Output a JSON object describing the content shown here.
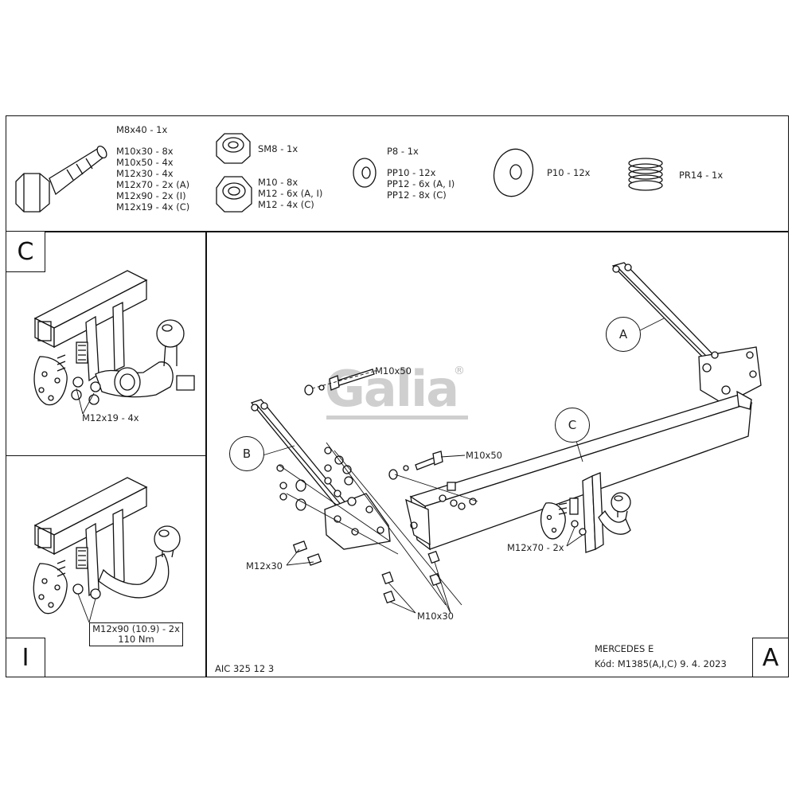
{
  "hardware": {
    "bolt": [
      "M8x40 - 1x",
      "M10x30 - 8x",
      "M10x50 - 4x",
      "M12x30 - 4x",
      "M12x70 - 2x (A)",
      "M12x90 - 2x (I)",
      "M12x19 - 4x (C)"
    ],
    "self_lock_nut": "SM8 - 1x",
    "nuts": [
      "M10 - 8x",
      "M12 - 6x (A, I)",
      "M12 - 4x (C)"
    ],
    "washers": [
      "P8 - 1x",
      "PP10 - 12x",
      "PP12 - 6x (A, I)",
      "PP12 - 8x (C)"
    ],
    "large_washer": "P10 - 12x",
    "spring": "PR14 - 1x"
  },
  "panel_c": {
    "corner_label": "C",
    "callout": "M12x19 - 4x"
  },
  "panel_i": {
    "corner_label": "I",
    "callout_line1": "M12x90 (10.9) - 2x",
    "callout_line2": "110 Nm"
  },
  "main": {
    "corner_label": "A",
    "logo": "Galia",
    "logo_mark": "®",
    "labels": {
      "part_a": "A",
      "part_b": "B",
      "part_c": "C",
      "m10x50_top": "M10x50",
      "m10x50_mid": "M10x50",
      "m12x30": "M12x30",
      "m10x30": "M10x30",
      "m12x70": "M12x70 - 2x"
    },
    "doc_code": "AIC 325 12 3",
    "vehicle": "MERCEDES E",
    "kod": "Kód: M1385(A,I,C)  9. 4. 2023"
  }
}
